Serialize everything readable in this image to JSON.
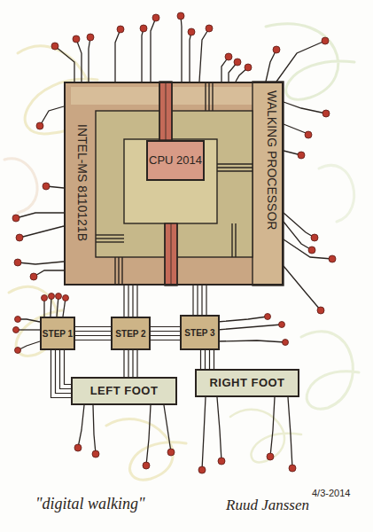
{
  "diagram": {
    "caption": "\"digital walking\"",
    "nodes": [
      {
        "text": [
          "INTEL-MS 8110121B",
          "WALKING PROCESSOR"
        ]
      },
      {
        "text": [
          "CPU 2014"
        ],
        "in": 0
      },
      {
        "text": [
          "STEP 1"
        ]
      },
      {
        "text": [
          "STEP 2"
        ]
      },
      {
        "text": [
          "STEP 3"
        ]
      },
      {
        "text": [
          "LEFT FOOT"
        ]
      },
      {
        "text": [
          "RIGHT FOOT"
        ]
      }
    ],
    "edges": [
      {
        "from": 0,
        "to": 3,
        "arrow": "none"
      },
      {
        "from": 0,
        "to": 4,
        "arrow": "none"
      },
      {
        "from": 2,
        "to": 3,
        "arrow": "none"
      },
      {
        "from": 3,
        "to": 4,
        "arrow": "none"
      },
      {
        "from": 2,
        "to": 5,
        "arrow": "none"
      },
      {
        "from": 3,
        "to": 5,
        "arrow": "none"
      },
      {
        "from": 4,
        "to": 6,
        "arrow": "none"
      }
    ],
    "labels": [
      "Ruud Janssen",
      "4/3-2014"
    ]
  }
}
